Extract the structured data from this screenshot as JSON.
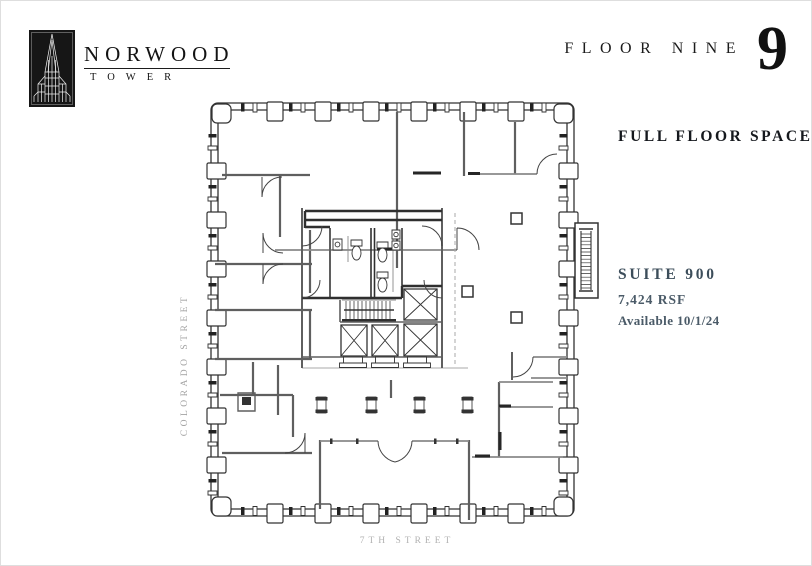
{
  "brand": {
    "name": "NORWOOD",
    "tower": "TOWER"
  },
  "header": {
    "floor_label": "FLOOR NINE",
    "floor_numeral": "9"
  },
  "listing": {
    "headline": "FULL FLOOR SPACE",
    "suite": "SUITE 900",
    "area": "7,424 RSF",
    "availability": "Available 10/1/24"
  },
  "streets": {
    "west": "COLORADO STREET",
    "south": "7TH STREET"
  },
  "colors": {
    "ink": "#141414",
    "suite_accent": "#3c4d5a",
    "detail_text": "#4b5b68",
    "street_label": "#a3a3a3",
    "wall_dark": "#2f2f2f",
    "wall_mid": "#5f5f5f"
  }
}
